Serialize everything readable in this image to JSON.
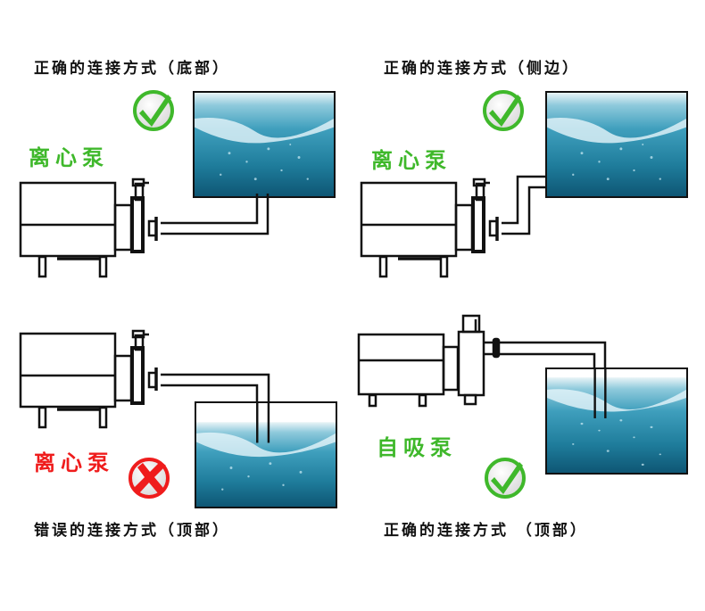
{
  "panels": [
    {
      "caption": "正确的连接方式（底部）",
      "pump_label": "离心泵",
      "pump_type": "centrifugal",
      "connection": "bottom",
      "verdict": "correct",
      "badge_icon": "check-icon"
    },
    {
      "caption": "正确的连接方式（侧边）",
      "pump_label": "离心泵",
      "pump_type": "centrifugal",
      "connection": "side",
      "verdict": "correct",
      "badge_icon": "check-icon"
    },
    {
      "caption": "错误的连接方式（顶部）",
      "pump_label": "离心泵",
      "pump_type": "centrifugal",
      "connection": "top",
      "verdict": "wrong",
      "badge_icon": "cross-icon"
    },
    {
      "caption": "正确的连接方式 （顶部）",
      "pump_label": "自吸泵",
      "pump_type": "self-priming",
      "connection": "top",
      "verdict": "correct",
      "badge_icon": "check-icon"
    }
  ],
  "colors": {
    "correct": "#3fb82b",
    "wrong": "#ef1c1c",
    "line": "#111111",
    "water_top": "#5fb3cf",
    "water_bottom": "#0f5f7c"
  }
}
